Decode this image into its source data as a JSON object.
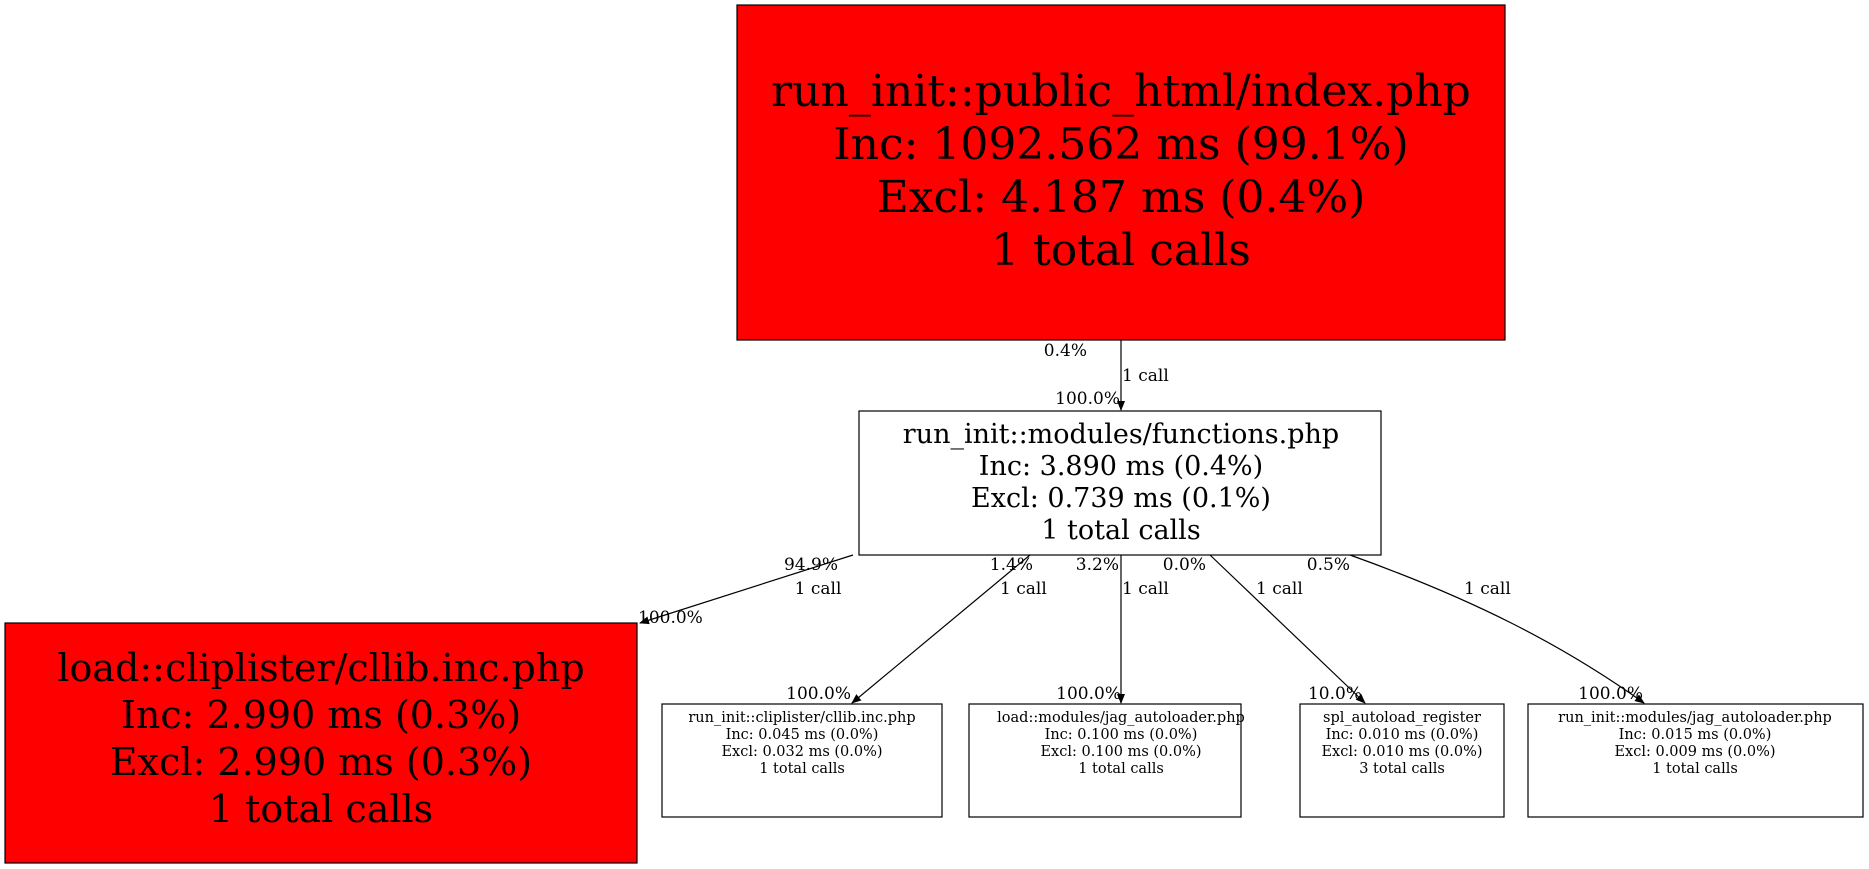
{
  "colors": {
    "hot": "#ff0000",
    "normal": "#ffffff",
    "stroke": "#000000"
  },
  "nodes": {
    "root": {
      "name": "run_init::public_html/index.php",
      "inc": "Inc: 1092.562 ms (99.1%)",
      "excl": "Excl: 4.187 ms (0.4%)",
      "calls": "1 total calls"
    },
    "functions": {
      "name": "run_init::modules/functions.php",
      "inc": "Inc: 3.890 ms (0.4%)",
      "excl": "Excl: 0.739 ms (0.1%)",
      "calls": "1 total calls"
    },
    "cllib_load": {
      "name": "load::cliplister/cllib.inc.php",
      "inc": "Inc: 2.990 ms (0.3%)",
      "excl": "Excl: 2.990 ms (0.3%)",
      "calls": "1 total calls"
    },
    "cllib_run": {
      "name": "run_init::cliplister/cllib.inc.php",
      "inc": "Inc: 0.045 ms (0.0%)",
      "excl": "Excl: 0.032 ms (0.0%)",
      "calls": "1 total calls"
    },
    "jag_load": {
      "name": "load::modules/jag_autoloader.php",
      "inc": "Inc: 0.100 ms (0.0%)",
      "excl": "Excl: 0.100 ms (0.0%)",
      "calls": "1 total calls"
    },
    "spl": {
      "name": "spl_autoload_register",
      "inc": "Inc: 0.010 ms (0.0%)",
      "excl": "Excl: 0.010 ms (0.0%)",
      "calls": "3 total calls"
    },
    "jag_run": {
      "name": "run_init::modules/jag_autoloader.php",
      "inc": "Inc: 0.015 ms (0.0%)",
      "excl": "Excl: 0.009 ms (0.0%)",
      "calls": "1 total calls"
    }
  },
  "edges": {
    "root_functions": {
      "out_pct": "0.4%",
      "calls": "1 call",
      "in_pct": "100.0%"
    },
    "functions_cllib_load": {
      "out_pct": "94.9%",
      "calls": "1 call",
      "in_pct": "100.0%"
    },
    "functions_cllib_run": {
      "out_pct": "1.4%",
      "calls": "1 call",
      "in_pct": "100.0%"
    },
    "functions_jag_load": {
      "out_pct": "3.2%",
      "calls": "1 call",
      "in_pct": "100.0%"
    },
    "functions_spl": {
      "out_pct": "0.0%",
      "calls": "1 call",
      "in_pct": "10.0%"
    },
    "functions_jag_run": {
      "out_pct": "0.5%",
      "calls": "1 call",
      "in_pct": "100.0%"
    }
  }
}
